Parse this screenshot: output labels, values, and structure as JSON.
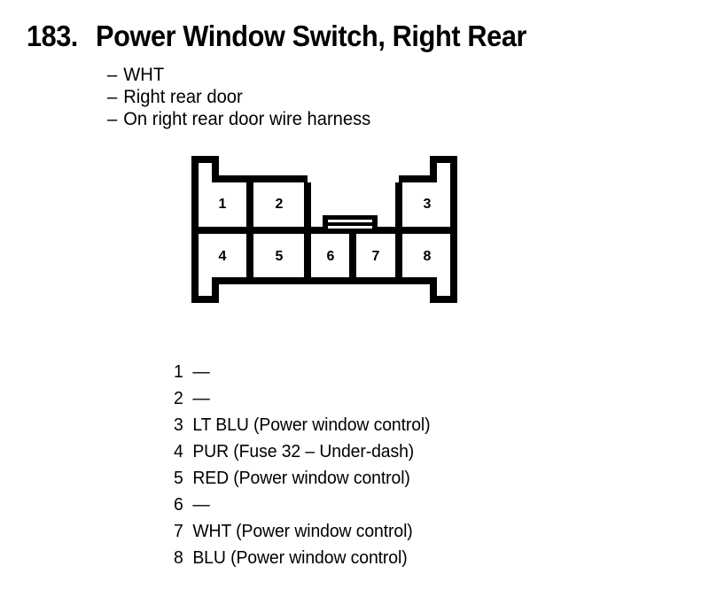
{
  "title": {
    "number": "183.",
    "name": "Power Window Switch, Right Rear"
  },
  "meta_list": {
    "dash": "–",
    "items": [
      "WHT",
      "Right rear door",
      "On right rear door wire harness"
    ]
  },
  "connector": {
    "top_row_pins": [
      "1",
      "2",
      "3"
    ],
    "bottom_row_pins": [
      "4",
      "5",
      "6",
      "7",
      "8"
    ],
    "latch_name": "locking-tab"
  },
  "legend": {
    "rows": [
      {
        "pin": "1",
        "desc": "—"
      },
      {
        "pin": "2",
        "desc": "—"
      },
      {
        "pin": "3",
        "desc": "LT BLU (Power window control)"
      },
      {
        "pin": "4",
        "desc": "PUR (Fuse 32 – Under-dash)"
      },
      {
        "pin": "5",
        "desc": "RED (Power window control)"
      },
      {
        "pin": "6",
        "desc": "—"
      },
      {
        "pin": "7",
        "desc": "WHT (Power window control)"
      },
      {
        "pin": "8",
        "desc": "BLU (Power window control)"
      }
    ]
  },
  "colors": {
    "ink": "#000000",
    "paper": "#ffffff"
  }
}
